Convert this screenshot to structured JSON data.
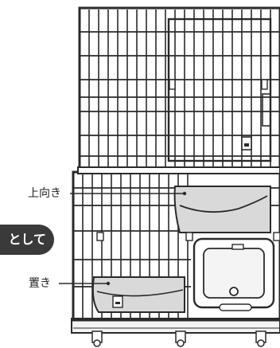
{
  "labels": {
    "upper": "上向き",
    "lower": "置き"
  },
  "badge": {
    "text": "として"
  },
  "colors": {
    "line": "#2a2a2a",
    "tray_fill": "#d9d9d9",
    "badge_bg": "#3a3a3a",
    "frame_fill": "#f4f4f4"
  }
}
